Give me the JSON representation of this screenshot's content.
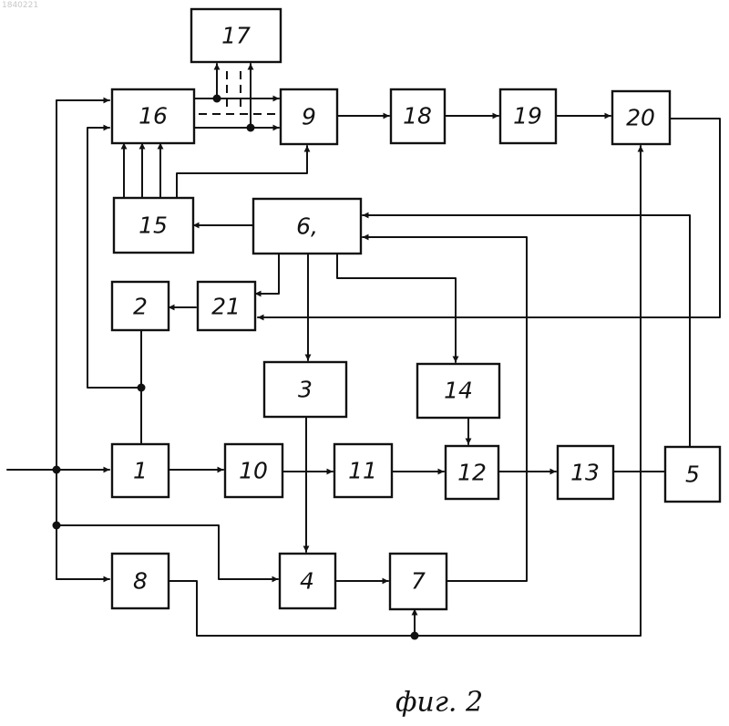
{
  "doc_id": "1840221",
  "blocks": {
    "b1": "1",
    "b2": "2",
    "b3": "3",
    "b4": "4",
    "b5": "5",
    "b6": "6,",
    "b7": "7",
    "b8": "8",
    "b9": "9",
    "b10": "10",
    "b11": "11",
    "b12": "12",
    "b13": "13",
    "b14": "14",
    "b15": "15",
    "b16": "16",
    "b17": "17",
    "b18": "18",
    "b19": "19",
    "b20": "20",
    "b21": "21"
  },
  "caption": "фиг. 2"
}
